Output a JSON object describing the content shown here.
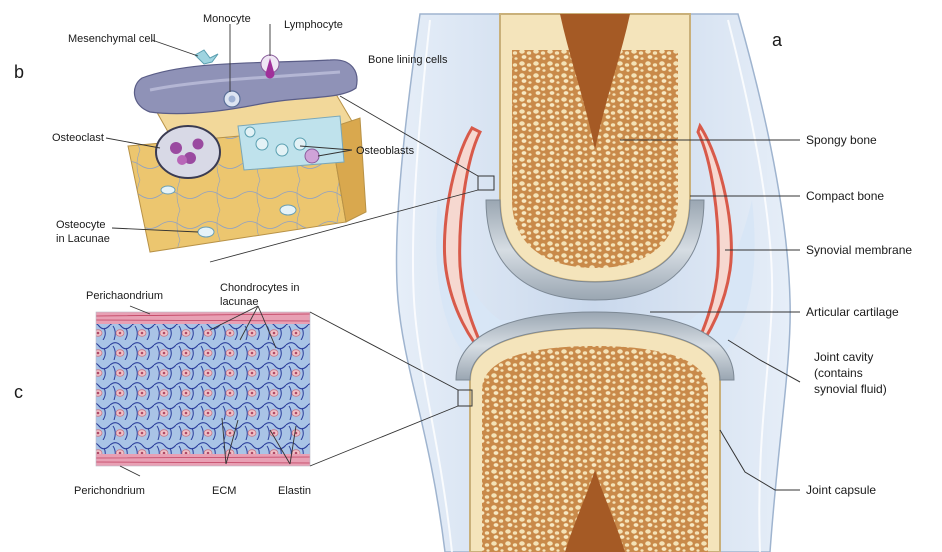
{
  "panels": {
    "a": "a",
    "b": "b",
    "c": "c"
  },
  "labels_a": {
    "spongy_bone": "Spongy bone",
    "compact_bone": "Compact bone",
    "synovial_membrane": "Synovial membrane",
    "articular_cartilage": "Articular cartilage",
    "joint_cavity_1": "Joint cavity",
    "joint_cavity_2": "(contains",
    "joint_cavity_3": "synovial fluid)",
    "joint_capsule": "Joint capsule"
  },
  "labels_b": {
    "mesenchymal_cell": "Mesenchymal cell",
    "monocyte": "Monocyte",
    "lymphocyte": "Lymphocyte",
    "bone_lining_cells": "Bone lining cells",
    "osteoclast": "Osteoclast",
    "osteoblasts": "Osteoblasts",
    "osteocyte_1": "Osteocyte",
    "osteocyte_2": "in  Lacunae"
  },
  "labels_c": {
    "perichaondrium": "Perichaondrium",
    "chondrocytes_1": "Chondrocytes in",
    "chondrocytes_2": "lacunae",
    "perichondrium": "Perichondrium",
    "ecm": "ECM",
    "elastin": "Elastin"
  },
  "colors": {
    "bone_fill": "#f3dfae",
    "spongy_dark": "#b06a2e",
    "cartilage": "#b8c3cc",
    "capsule": "#cfdcec",
    "synovial_red": "#d85a4a",
    "cartilage_blue": "#8fb0d8",
    "tissue_pink": "#e8a0b4"
  }
}
